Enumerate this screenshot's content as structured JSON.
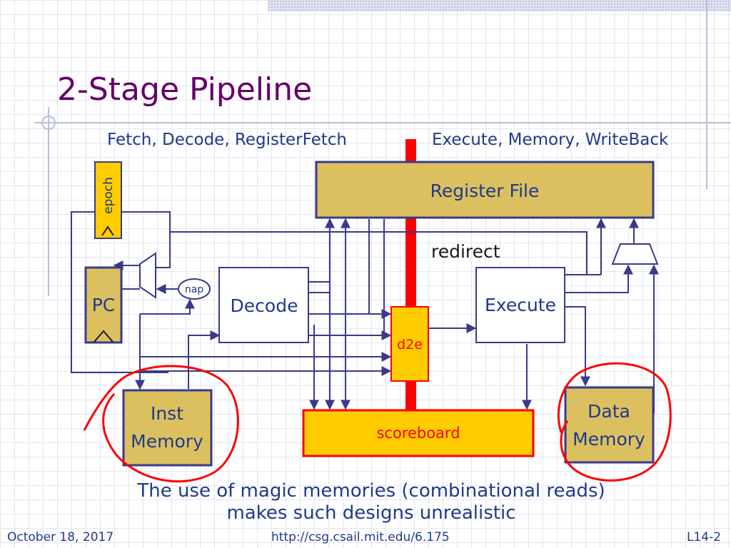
{
  "slide": {
    "title": "2-Stage Pipeline",
    "stage_left": "Fetch, Decode, RegisterFetch",
    "stage_right": "Execute, Memory, WriteBack",
    "redirect": "redirect",
    "note_line1": "The use of magic memories (combinational reads)",
    "note_line2": "makes such designs unrealistic",
    "footer_date": "October 18, 2017",
    "footer_url": "http://csg.csail.mit.edu/6.175",
    "footer_page": "L14-2"
  },
  "blocks": {
    "register_file": "Register File",
    "epoch": "epoch",
    "pc": "PC",
    "nap": "nap",
    "decode": "Decode",
    "d2e": "d2e",
    "execute": "Execute",
    "inst_memory_1": "Inst",
    "inst_memory_2": "Memory",
    "data_memory_1": "Data",
    "data_memory_2": "Memory",
    "scoreboard": "scoreboard"
  },
  "colors": {
    "title": "#660066",
    "text_blue": "#1f3a8a",
    "box_fill": "#dcc060",
    "box_stroke": "#3a3a8a",
    "highlight_yellow": "#ffcc00",
    "red": "#ff0000",
    "wire": "#3a3a8a"
  }
}
